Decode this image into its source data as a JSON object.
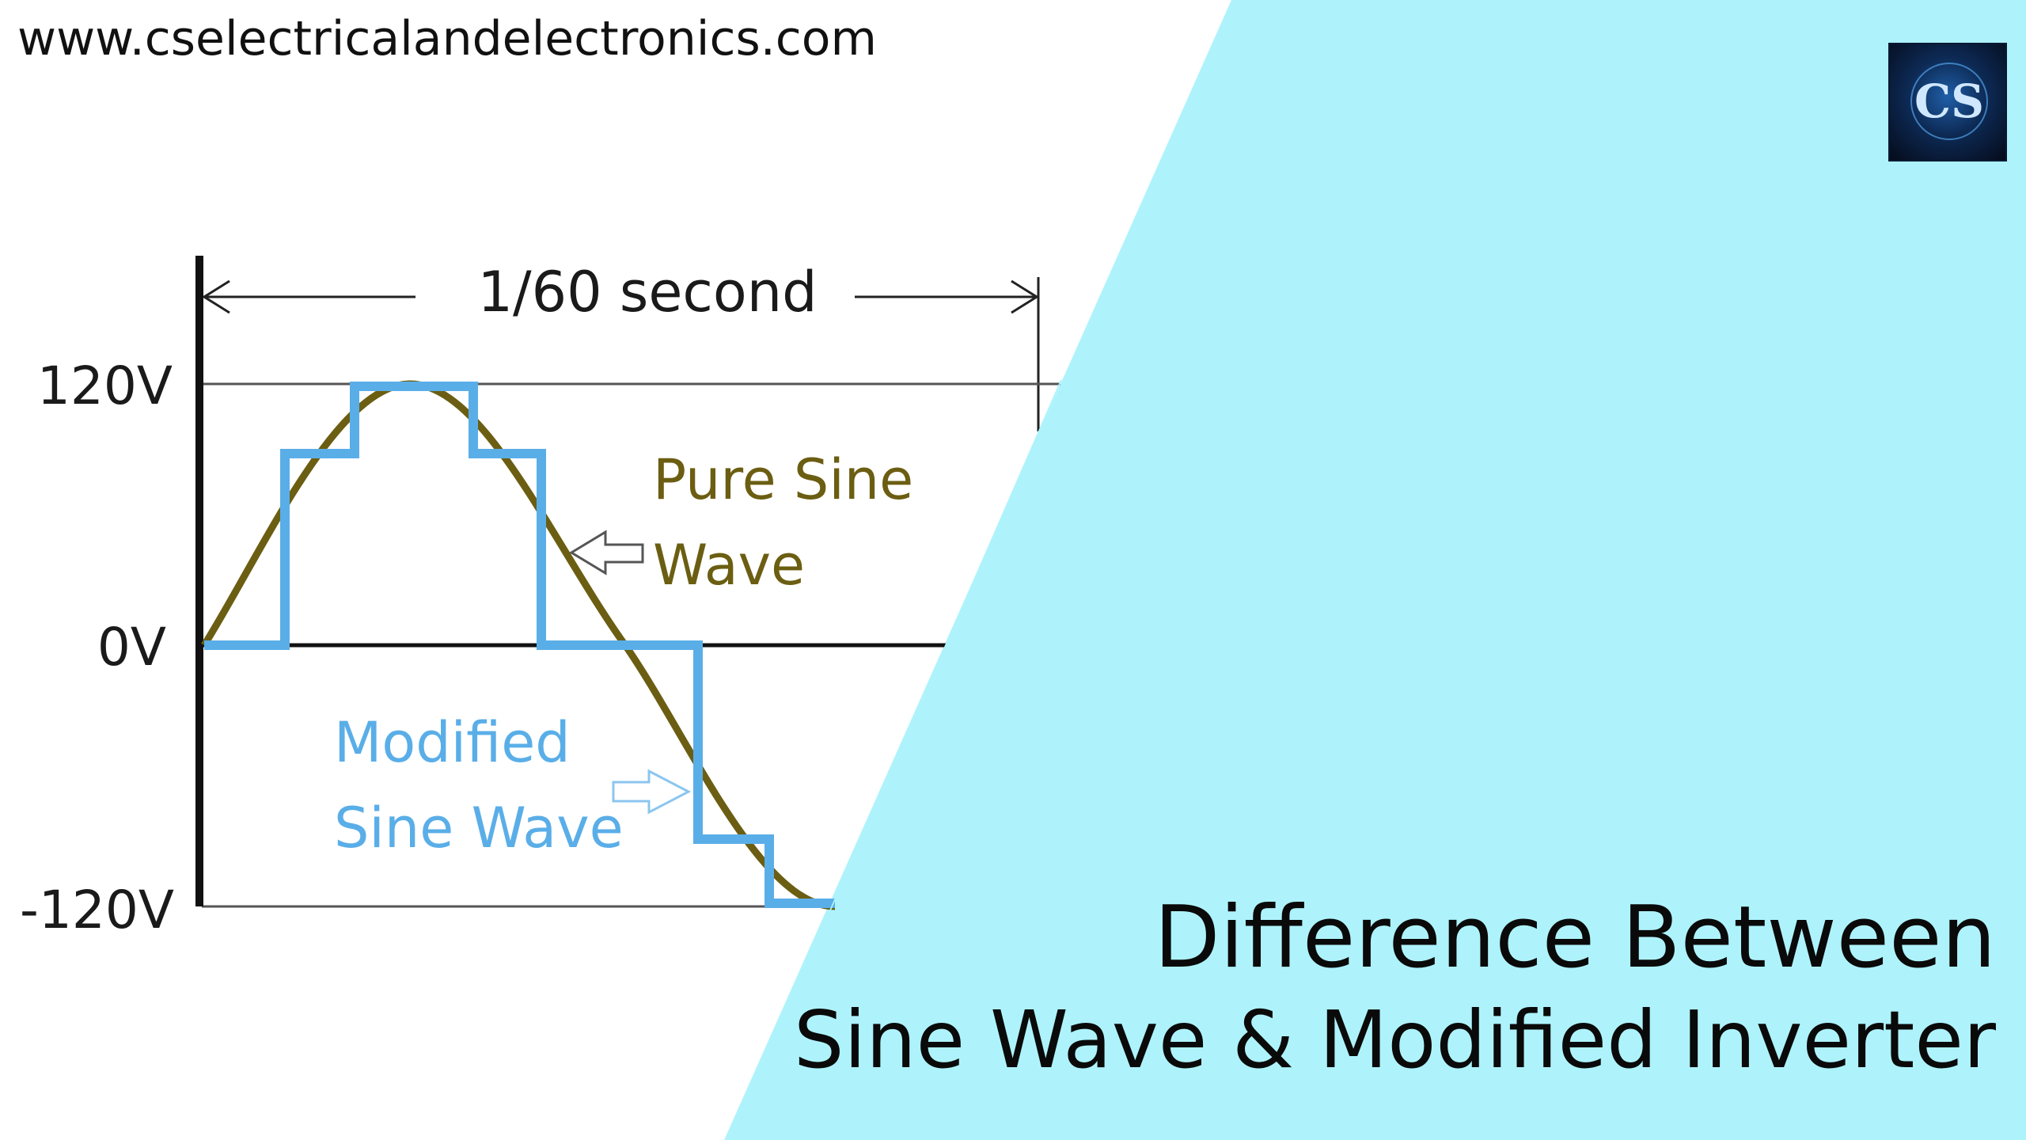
{
  "site_url": "www.cselectricalandelectronics.com",
  "logo": {
    "letters": "CS",
    "icon": "cs-logo-icon"
  },
  "title": {
    "line1": "Difference Between",
    "line2": "Sine Wave & Modified Inverter"
  },
  "diagram": {
    "period_label": "1/60 second",
    "y_labels": {
      "top": "120V",
      "mid": "0V",
      "bottom": "-120V"
    },
    "pure_sine": {
      "label_line1": "Pure Sine",
      "label_line2": "Wave",
      "color": "#6b5e12"
    },
    "modified_sine": {
      "label_line1": "Modified",
      "label_line2": "Sine Wave",
      "color": "#5aaee8"
    }
  },
  "colors": {
    "panel": "#aef3fc",
    "axis": "#111111",
    "grid": "#555555"
  }
}
